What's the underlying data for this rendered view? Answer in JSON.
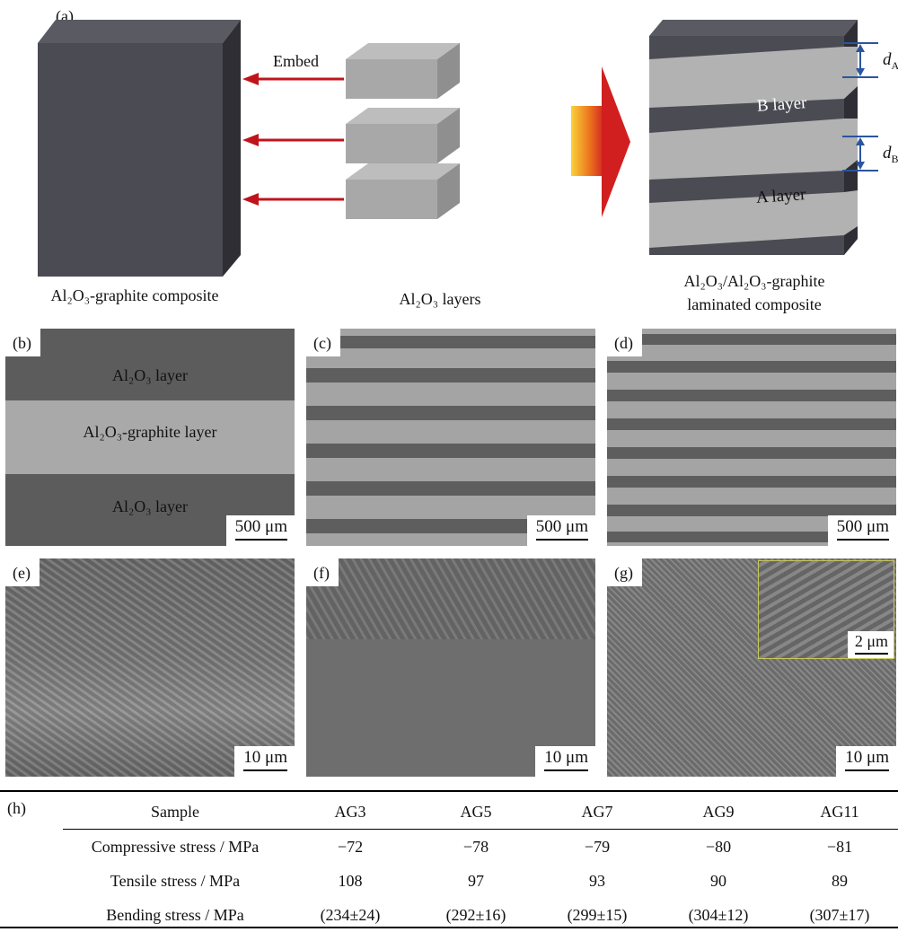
{
  "panel_a": {
    "letter": "(a)",
    "embed_label": "Embed",
    "left_caption": "Al₂O₃-graphite composite",
    "middle_caption": "Al₂O₃ layers",
    "right_caption_line1": "Al₂O₃/Al₂O₃-graphite",
    "right_caption_line2": "laminated composite",
    "b_layer_label": "B layer",
    "a_layer_label": "A layer",
    "dA_var": "d",
    "dA_sub": "A",
    "dB_var": "d",
    "dB_sub": "B",
    "colors": {
      "arrow_red": "#c0141c",
      "dimension_blue": "#2a55a0",
      "block_dark": "#4a4a52",
      "layer_light": "#a8a8a8"
    }
  },
  "panel_b": {
    "letter": "(b)",
    "top_layer": "Al₂O₃ layer",
    "middle_layer": "Al₂O₃-graphite layer",
    "bottom_layer": "Al₂O₃ layer",
    "scale": "500 μm"
  },
  "panel_c": {
    "letter": "(c)",
    "scale": "500 μm"
  },
  "panel_d": {
    "letter": "(d)",
    "scale": "500 μm"
  },
  "panel_e": {
    "letter": "(e)",
    "scale": "10 μm"
  },
  "panel_f": {
    "letter": "(f)",
    "scale": "10 μm"
  },
  "panel_g": {
    "letter": "(g)",
    "scale": "10 μm",
    "inset_scale": "2 μm"
  },
  "panel_h": {
    "letter": "(h)",
    "header": [
      "Sample",
      "AG3",
      "AG5",
      "AG7",
      "AG9",
      "AG11"
    ],
    "rows": [
      [
        "Compressive stress / MPa",
        "−72",
        "−78",
        "−79",
        "−80",
        "−81"
      ],
      [
        "Tensile stress / MPa",
        "108",
        "97",
        "93",
        "90",
        "89"
      ],
      [
        "Bending stress / MPa",
        "(234±24)",
        "(292±16)",
        "(299±15)",
        "(304±12)",
        "(307±17)"
      ]
    ]
  }
}
